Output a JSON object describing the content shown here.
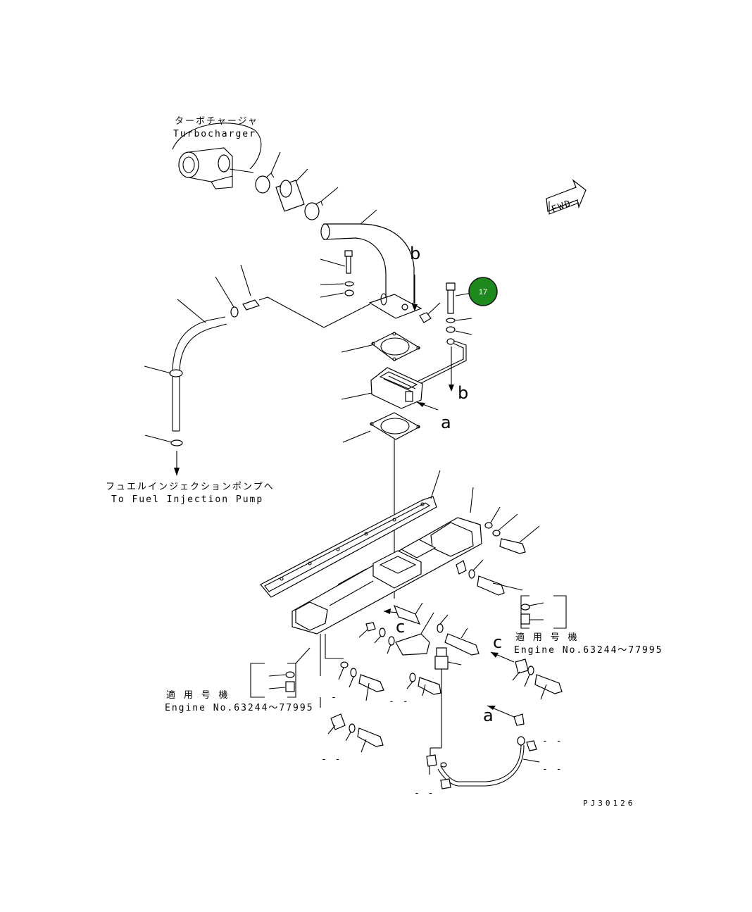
{
  "labels": {
    "turbocharger_jp": "ターボチャージャ",
    "turbocharger_en": "Turbocharger",
    "fuel_pump_jp": "フュエルインジェクションポンプへ",
    "fuel_pump_en": "To Fuel Injection Pump",
    "applicable_jp_right": "適 用 号 機",
    "engine_no_right": "Engine No.63244～77995",
    "applicable_jp_left": "適 用 号 機",
    "engine_no_left": "Engine No.63244～77995",
    "fwd": "FWD",
    "drawing_code": "PJ30126"
  },
  "markers": {
    "a_upper": "a",
    "a_lower": "a",
    "b_upper": "b",
    "b_lower": "b",
    "c_left": "c",
    "c_right": "c"
  },
  "callout": {
    "number": "17",
    "color": "#1e8a1e"
  },
  "dash_marks": [
    "-",
    "- -",
    "- -",
    "- -",
    "- -",
    "- -"
  ]
}
